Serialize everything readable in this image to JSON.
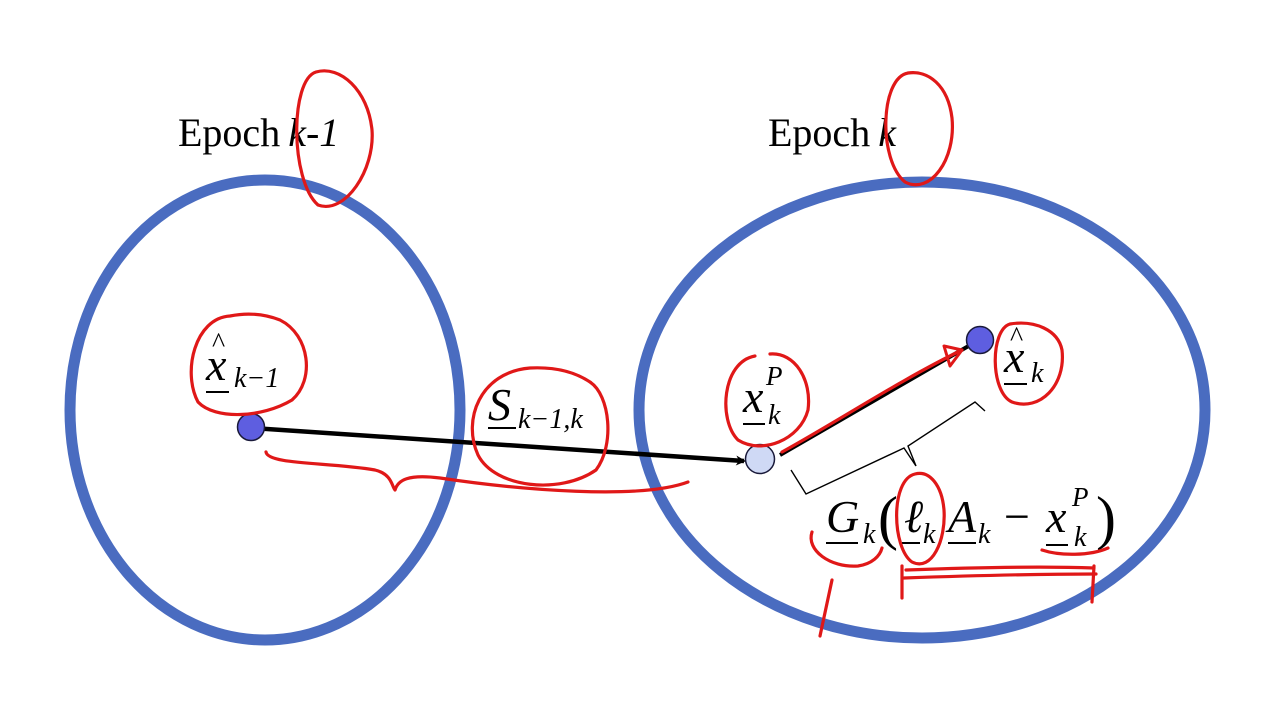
{
  "diagram": {
    "epoch_left_label": {
      "prefix": "Epoch",
      "index": "k-1"
    },
    "epoch_right_label": {
      "prefix": "Epoch",
      "index": "k"
    },
    "colors": {
      "ellipse": "#4a6cc0",
      "dark_node": "#5e5ee0",
      "light_node": "#cfd9f5",
      "arrow": "#000000",
      "annotation": "#e01818"
    },
    "labels": {
      "x_hat_prev": {
        "base": "x",
        "accent": "^",
        "sub": "k−1"
      },
      "transition": {
        "base": "S",
        "sub": "k−1,k"
      },
      "x_pred": {
        "base": "x",
        "sup": "P",
        "sub": "k"
      },
      "x_hat_curr": {
        "base": "x",
        "accent": "^",
        "sub": "k"
      },
      "correction": {
        "gain": {
          "base": "G",
          "sub": "k"
        },
        "open_paren": "(",
        "obs": {
          "base": "ℓ",
          "sub": "k"
        },
        "design": {
          "base": "A",
          "sub": "k"
        },
        "minus": "−",
        "pred": {
          "base": "x",
          "sup": "P",
          "sub": "k"
        },
        "close_paren": ")"
      }
    }
  }
}
